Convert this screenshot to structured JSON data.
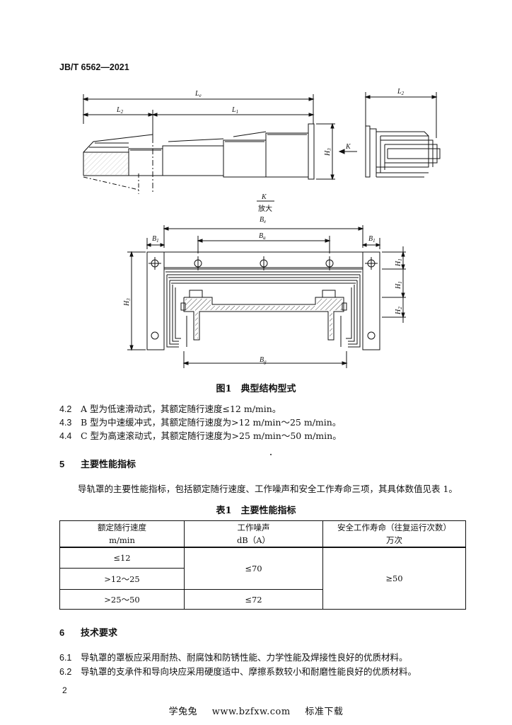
{
  "header": {
    "standard_number": "JB/T 6562—2021"
  },
  "figure": {
    "caption": "图1　典型结构型式",
    "labels": {
      "Le": "L",
      "Le_sub": "e",
      "L2": "L",
      "L2_sub": "2",
      "L1": "L",
      "L1_sub": "1",
      "H3": "H",
      "H3_sub": "3",
      "K": "K",
      "detail_K": "K",
      "detail_note": "放大",
      "Be": "B",
      "Be_sub": "e",
      "Ba": "B",
      "Ba_sub": "a",
      "B1": "B",
      "B1_sub": "1",
      "Bg": "B",
      "Bg_sub": "g",
      "H1": "H",
      "H1_sub": "1",
      "H2": "H",
      "H2_sub": "2"
    }
  },
  "clauses": [
    {
      "num": "4.2",
      "text": "A 型为低速滑动式，其额定随行速度≤12 m/min。"
    },
    {
      "num": "4.3",
      "text": "B 型为中速缓冲式，其额定随行速度为>12 m/min～25 m/min。"
    },
    {
      "num": "4.4",
      "text": "C 型为高速滚动式，其额定随行速度为>25 m/min～50 m/min。"
    }
  ],
  "section5": {
    "num": "5",
    "title": "主要性能指标",
    "paragraph": "导轨罩的主要性能指标，包括额定随行速度、工作噪声和安全工作寿命三项，其具体数值见表 1。"
  },
  "table": {
    "caption": "表1　主要性能指标",
    "headers": [
      {
        "line1": "额定随行速度",
        "line2": "m/min"
      },
      {
        "line1": "工作噪声",
        "line2": "dB（A）"
      },
      {
        "line1": "安全工作寿命（往复运行次数）",
        "line2": "万次"
      }
    ],
    "rows": [
      {
        "speed": "≤12"
      },
      {
        "speed": ">12～25"
      },
      {
        "speed": ">25～50"
      }
    ],
    "noise_low": "≤70",
    "noise_high": "≤72",
    "life": "≥50"
  },
  "section6": {
    "num": "6",
    "title": "技术要求",
    "clauses": [
      {
        "num": "6.1",
        "text": "导轨罩的罩板应采用耐热、耐腐蚀和防锈性能、力学性能及焊接性良好的优质材料。"
      },
      {
        "num": "6.2",
        "text": "导轨罩的支承件和导向块应采用硬度适中、摩擦系数较小和耐磨性能良好的优质材料。"
      }
    ]
  },
  "page_number": "2",
  "footer": {
    "site": "学兔兔",
    "url": "www.bzfxw.com",
    "slogan": "标准下载"
  }
}
